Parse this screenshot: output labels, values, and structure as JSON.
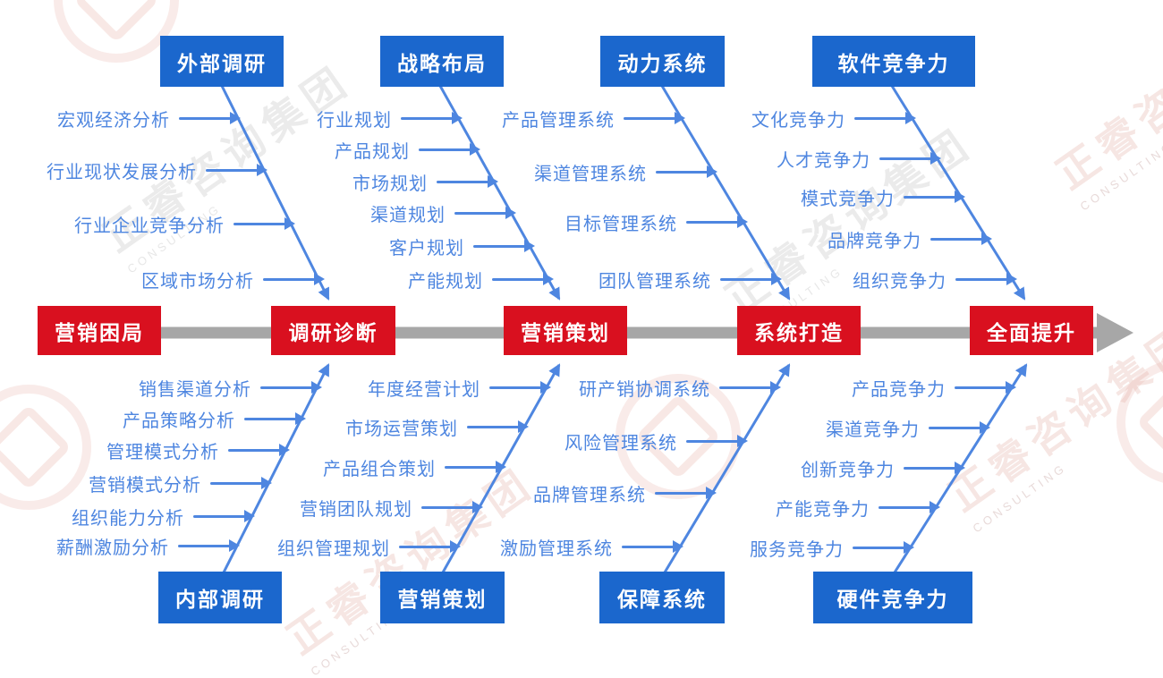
{
  "watermark": {
    "text": "正睿咨询集团",
    "subtext": "CONSULTING"
  },
  "colors": {
    "node_red": "#D9101F",
    "category_blue": "#1B67CD",
    "branch_blue": "#4E86E0",
    "spine_gray": "#A7A7A7"
  },
  "spine": {
    "nodes": [
      {
        "label": "营销困局"
      },
      {
        "label": "调研诊断"
      },
      {
        "label": "营销策划"
      },
      {
        "label": "系统打造"
      },
      {
        "label": "全面提升"
      }
    ]
  },
  "top_groups": [
    {
      "header": "外部调研",
      "items": [
        "宏观经济分析",
        "行业现状发展分析",
        "行业企业竞争分析",
        "区域市场分析"
      ]
    },
    {
      "header": "战略布局",
      "items": [
        "行业规划",
        "产品规划",
        "市场规划",
        "渠道规划",
        "客户规划",
        "产能规划"
      ]
    },
    {
      "header": "动力系统",
      "items": [
        "产品管理系统",
        "渠道管理系统",
        "目标管理系统",
        "团队管理系统"
      ]
    },
    {
      "header": "软件竞争力",
      "items": [
        "文化竞争力",
        "人才竞争力",
        "模式竞争力",
        "品牌竞争力",
        "组织竞争力"
      ]
    }
  ],
  "bottom_groups": [
    {
      "header": "内部调研",
      "items": [
        "销售渠道分析",
        "产品策略分析",
        "管理模式分析",
        "营销模式分析",
        "组织能力分析",
        "薪酬激励分析"
      ]
    },
    {
      "header": "营销策划",
      "items": [
        "年度经营计划",
        "市场运营策划",
        "产品组合策划",
        "营销团队规划",
        "组织管理规划"
      ]
    },
    {
      "header": "保障系统",
      "items": [
        "研产销协调系统",
        "风险管理系统",
        "品牌管理系统",
        "激励管理系统"
      ]
    },
    {
      "header": "硬件竞争力",
      "items": [
        "产品竞争力",
        "渠道竞争力",
        "创新竞争力",
        "产能竞争力",
        "服务竞争力"
      ]
    }
  ]
}
